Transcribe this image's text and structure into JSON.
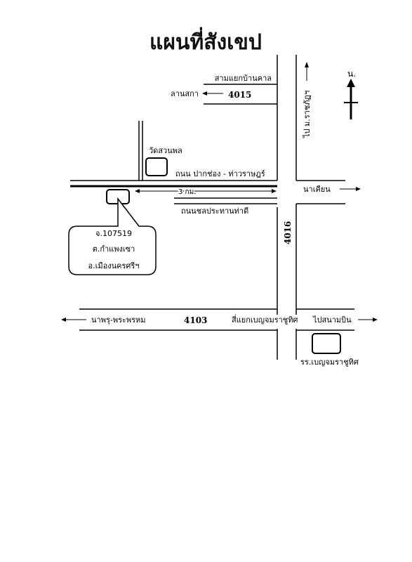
{
  "map": {
    "title": "แผนที่สังเขป",
    "north_label": "น.",
    "labels": {
      "sam_yaek_ban_khal": "สามแยกบ้านคาล",
      "lan_saka": "ลานสกา",
      "route_4015": "4015",
      "to_ratchakut": "ไป ม.ราชภัฏฯ",
      "wat_suan_phon": "วัดสวนพล",
      "road_pak_chong": "ถนน ปากช่อง - ท่าวราษฎร์",
      "na_khian": "นาเคียน",
      "distance_3km": "3 กม.",
      "road_chonprathan": "ถนนชลประทานท่าดี",
      "route_4016": "4016",
      "na_phru": "นาพรุ-พระพรหม",
      "route_4103": "4103",
      "si_yaek": "สี่แยกเบญจมราชูทิศ",
      "to_airport": "ไปสนามบิน",
      "school": "รร.เบญจมราชูทิศ"
    },
    "callout": {
      "line1": "จ.107519",
      "line2": "ต.กำแพงเซา",
      "line3": "อ.เมืองนครศรีฯ"
    }
  }
}
